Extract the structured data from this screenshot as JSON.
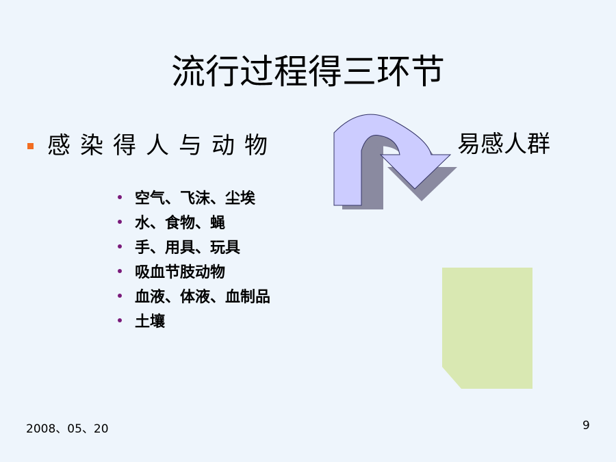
{
  "slide": {
    "title": "流行过程得三环节",
    "main_bullet": "感染得人与动物",
    "sub_items": [
      "空气、飞沫、尘埃",
      "水、食物、蝇",
      "手、用具、玩具",
      "吸血节肢动物",
      "血液、体液、血制品",
      "土壤"
    ],
    "right_label": "易感人群",
    "footer_date": "2008、05、20",
    "page_number": "9"
  },
  "colors": {
    "background": "#eef5fc",
    "bullet_square": "#f26d21",
    "sub_bullet_dot": "#7a1a7a",
    "arrow_fill": "#ccccff",
    "note_fill": "#d9e8b2"
  },
  "icons": {
    "arrow": "curved-arrow-icon",
    "note": "sticky-note-shape"
  }
}
